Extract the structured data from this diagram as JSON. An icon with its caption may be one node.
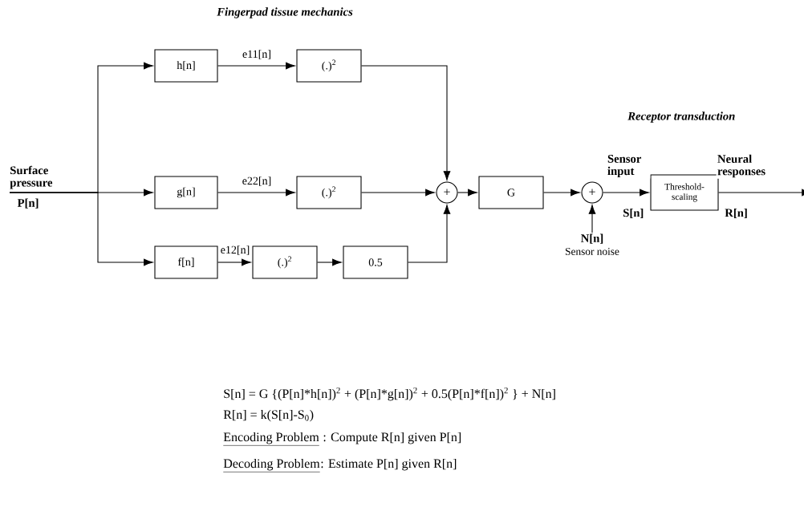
{
  "diagram": {
    "nodes": [
      {
        "text": [
          "Surface pressure",
          "P[n]"
        ]
      },
      {
        "text": [
          "h[n]"
        ]
      },
      {
        "text": [
          "(.)$^{2}$"
        ]
      },
      {
        "text": [
          "g[n]"
        ]
      },
      {
        "text": [
          "(.)$^{2}$"
        ]
      },
      {
        "text": [
          "f[n]"
        ]
      },
      {
        "text": [
          "(.)$^{2}$"
        ]
      },
      {
        "text": [
          "0.5"
        ]
      },
      {
        "text": [
          "+"
        ]
      },
      {
        "text": [
          "G"
        ]
      },
      {
        "text": [
          "+"
        ]
      },
      {
        "text": [
          "Threshold- scaling"
        ]
      },
      {
        "text": [
          "N[n]",
          "Sensor noise"
        ]
      }
    ],
    "edges": [
      {
        "from": 0,
        "to": 1,
        "arrow": "to"
      },
      {
        "from": 0,
        "to": 3,
        "arrow": "to"
      },
      {
        "from": 0,
        "to": 5,
        "arrow": "to"
      },
      {
        "from": 1,
        "to": 2,
        "arrow": "to",
        "label": "e11[n]"
      },
      {
        "from": 3,
        "to": 4,
        "arrow": "to",
        "label": "e22[n]"
      },
      {
        "from": 5,
        "to": 6,
        "arrow": "to",
        "label": "e12[n]"
      },
      {
        "from": 6,
        "to": 7,
        "arrow": "to"
      },
      {
        "from": 2,
        "to": 8,
        "arrow": "to"
      },
      {
        "from": 4,
        "to": 8,
        "arrow": "to"
      },
      {
        "from": 7,
        "to": 8,
        "arrow": "to"
      },
      {
        "from": 8,
        "to": 9,
        "arrow": "to"
      },
      {
        "from": 9,
        "to": 10,
        "arrow": "to"
      },
      {
        "from": 10,
        "to": 11,
        "arrow": "to",
        "label": "Sensor input"
      },
      {
        "from": 12,
        "to": 10,
        "arrow": "to"
      },
      {
        "from": 11,
        "to": null,
        "arrow": "to",
        "label": "Neural responses"
      }
    ],
    "labels": [
      "Fingerpad tissue mechanics",
      "Receptor transduction",
      "S[n]",
      "R[n]",
      "S[n] = G {(P[n]*h[n])$^{2}$ + (P[n]*g[n])$^{2}$ + 0.5(P[n]*f[n])$^{2}$ } + N[n]",
      "R[n] = k(S[n]-S$_{0}$)",
      "Encoding Problem",
      " : Compute R[n] given P[n]",
      "Decoding Problem",
      ": Estimate P[n] given R[n]"
    ]
  }
}
